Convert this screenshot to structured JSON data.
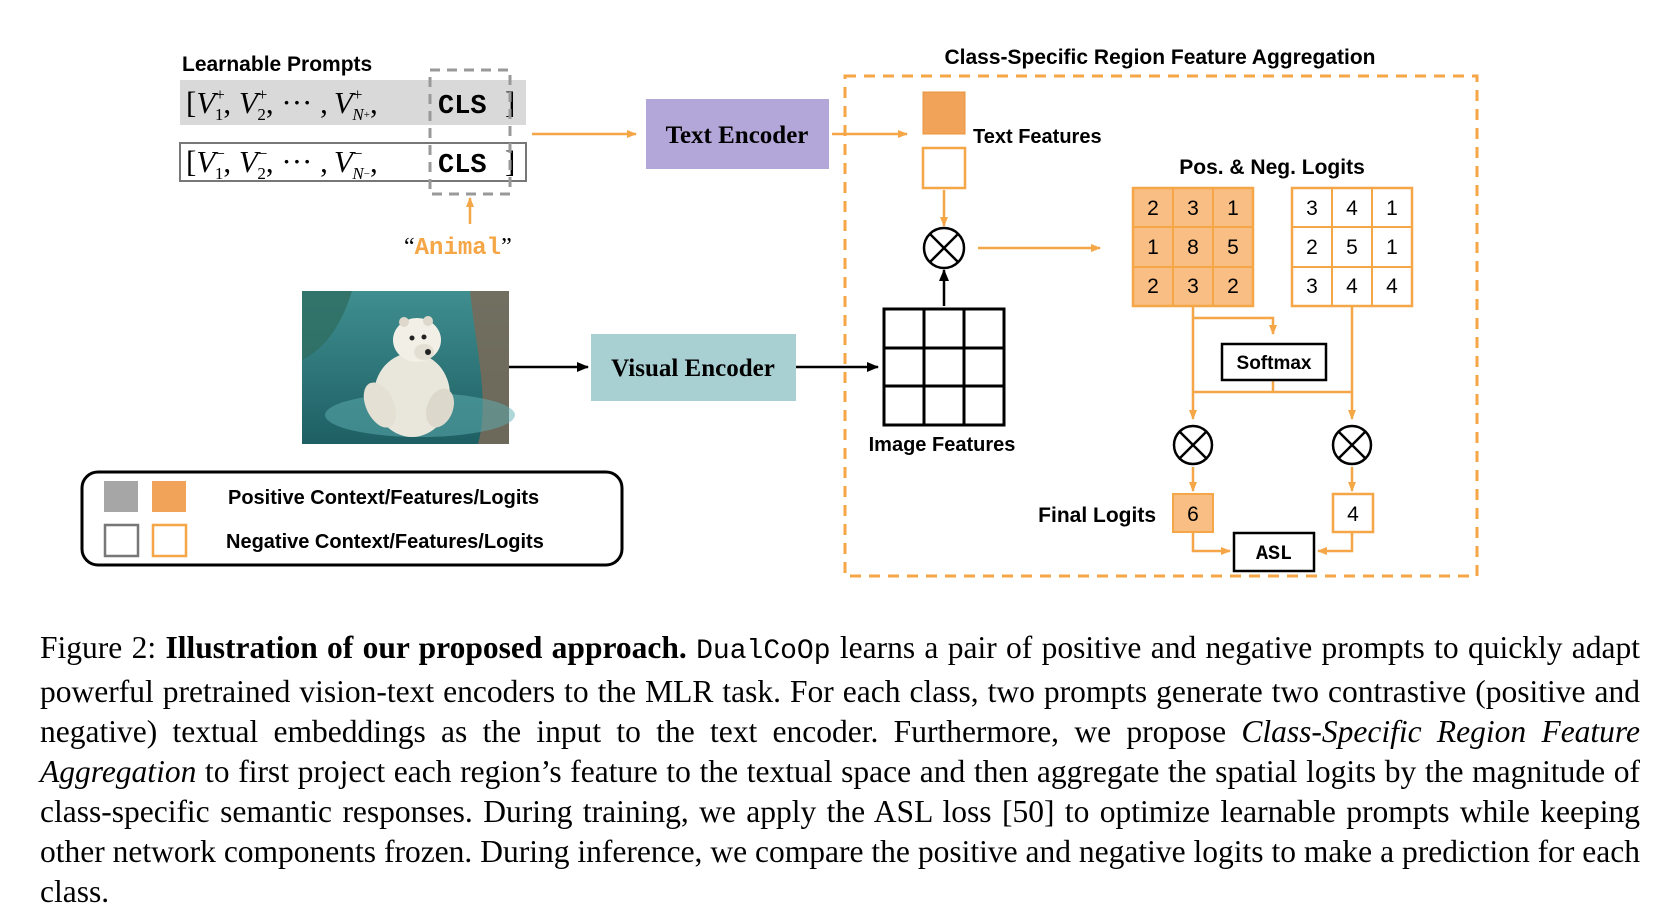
{
  "colors": {
    "orange": "#F5A646",
    "orange_fill": "#F2A35A",
    "purple": "#B3A6D9",
    "teal": "#A8CFD2",
    "gray": "#A6A6A6"
  },
  "prompts": {
    "title": "Learnable Prompts",
    "pos": {
      "open": "[",
      "v1": "V",
      "v1_sup": "+",
      "v1_sub": "1",
      "v2": "V",
      "v2_sup": "+",
      "v2_sub": "2",
      "dots": ", ··· ,",
      "vn": "V",
      "vn_sup": "+",
      "vn_sub": "N",
      "cls": "CLS",
      "close": "]"
    },
    "neg": {
      "open": "[",
      "v1": "V",
      "v1_sup": "−",
      "v1_sub": "1",
      "v2": "V",
      "v2_sup": "−",
      "v2_sub": "2",
      "dots": ", ··· ,",
      "vn": "V",
      "vn_sup": "−",
      "vn_sub": "N",
      "cls": "CLS",
      "close": "]"
    },
    "class_word_open": "“",
    "class_word": "Animal",
    "class_word_close": "”"
  },
  "text_encoder": "Text Encoder",
  "visual_encoder": "Visual Encoder",
  "region_title": "Class-Specific Region Feature Aggregation",
  "text_features": "Text Features",
  "image_features": "Image Features",
  "logits_title": "Pos. & Neg. Logits",
  "pos_grid": [
    [
      2,
      3,
      1
    ],
    [
      1,
      8,
      5
    ],
    [
      2,
      3,
      2
    ]
  ],
  "neg_grid": [
    [
      3,
      4,
      1
    ],
    [
      2,
      5,
      1
    ],
    [
      3,
      4,
      4
    ]
  ],
  "softmax": "Softmax",
  "final_logits_label": "Final Logits",
  "final_pos": "6",
  "final_neg": "4",
  "asl": "ASL",
  "legend": {
    "positive": "Positive Context/Features/Logits",
    "negative": "Negative Context/Features/Logits"
  },
  "caption": {
    "label": "Figure 2:",
    "bold": "Illustration of our proposed approach.",
    "mono": "DualCoOp",
    "t1": "learns a pair of positive and negative prompts to quickly adapt powerful pretrained vision-text encoders to the MLR task. For each class, two prompts generate two contrastive (positive and negative) textual embeddings as the input to the text encoder. Furthermore, we propose",
    "italic": "Class-Specific Region Feature Aggregation",
    "t2": "to first project each region’s feature to the textual space and then aggregate the spatial logits by the magnitude of class-specific semantic responses. During training, we apply the ASL loss [50] to optimize learnable prompts while keeping other network components frozen. During inference, we compare the positive and negative logits to make a prediction for each class."
  }
}
